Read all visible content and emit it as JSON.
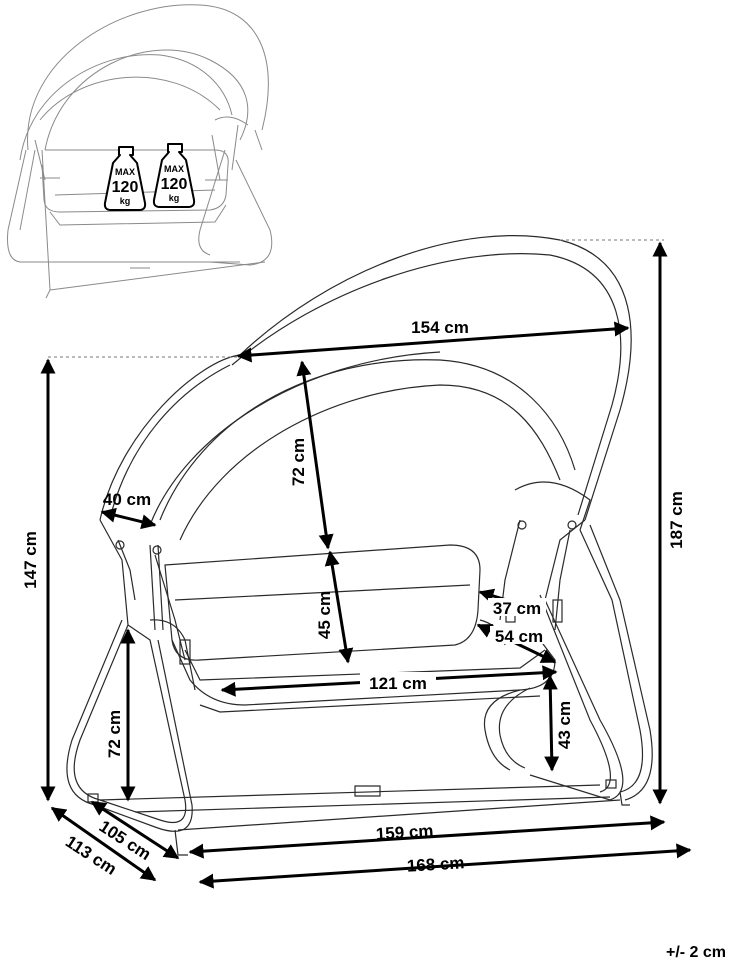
{
  "thumbnail": {
    "weights": [
      {
        "top": "MAX",
        "value": "120",
        "unit": "kg"
      },
      {
        "top": "MAX",
        "value": "120",
        "unit": "kg"
      }
    ]
  },
  "dimensions": {
    "canopy_width": "154 cm",
    "canopy_height": "72 cm",
    "canopy_depth": "40 cm",
    "backrest_height": "45 cm",
    "seat_depth_inner": "37 cm",
    "seat_depth_outer": "54 cm",
    "seat_width": "121 cm",
    "seat_height": "43 cm",
    "side_height": "72 cm",
    "total_height_front": "147 cm",
    "total_height": "187 cm",
    "base_depth": "105 cm",
    "total_depth": "113 cm",
    "base_width": "159 cm",
    "total_width": "168 cm"
  },
  "tolerance": "+/- 2 cm"
}
